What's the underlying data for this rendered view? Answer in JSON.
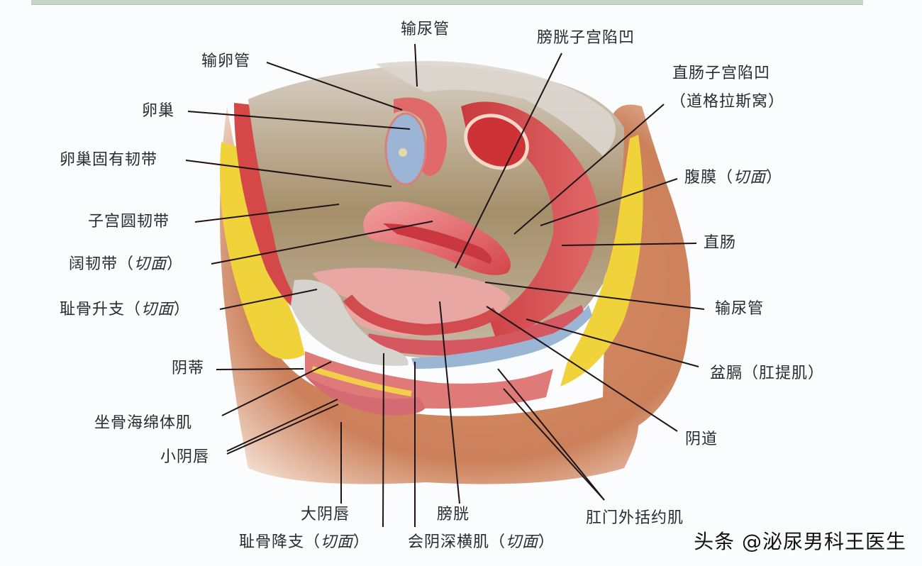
{
  "diagram": {
    "subject": "女性盆腔正中矢状切面解剖图",
    "colors": {
      "background": "#fbfcfd",
      "top_strip": "#c6d4c6",
      "skin": "#c97a52",
      "fat": "#f0d23a",
      "muscle": "#d8474a",
      "peritoneum": "#c8c2b8",
      "ovary": "#9cb5d6",
      "leader_line": "#1e1416",
      "label_text": "#2a2a30"
    },
    "labels": {
      "ureter_top": "输尿管",
      "fallopian_tube": "输卵管",
      "vesicouterine_pouch": "膀胱子宫陷凹",
      "rectouterine_pouch_line1": "直肠子宫陷凹",
      "rectouterine_pouch_line2": "（道格拉斯窝）",
      "ovary": "卵巢",
      "ovarian_ligament": "卵巢固有韧带",
      "round_ligament": "子宫圆韧带",
      "peritoneum_name": "腹膜",
      "cut_section": "切面",
      "broad_ligament_name": "阔韧带",
      "rectum": "直肠",
      "pubic_ascending_ramus_name": "耻骨升支",
      "ureter_right": "输尿管",
      "clitoris": "阴蒂",
      "pelvic_diaphragm": "盆膈（肛提肌）",
      "ischiocavernosus": "坐骨海绵体肌",
      "labia_minora": "小阴唇",
      "vagina": "阴道",
      "labia_majora": "大阴唇",
      "bladder": "膀胱",
      "external_anal_sphincter": "肛门外括约肌",
      "pubic_descending_ramus_name": "耻骨降支",
      "deep_transverse_perineal_name": "会阴深横肌",
      "paren_open": "（",
      "paren_close": "）"
    },
    "watermark": "头条 @泌尿男科王医生"
  }
}
